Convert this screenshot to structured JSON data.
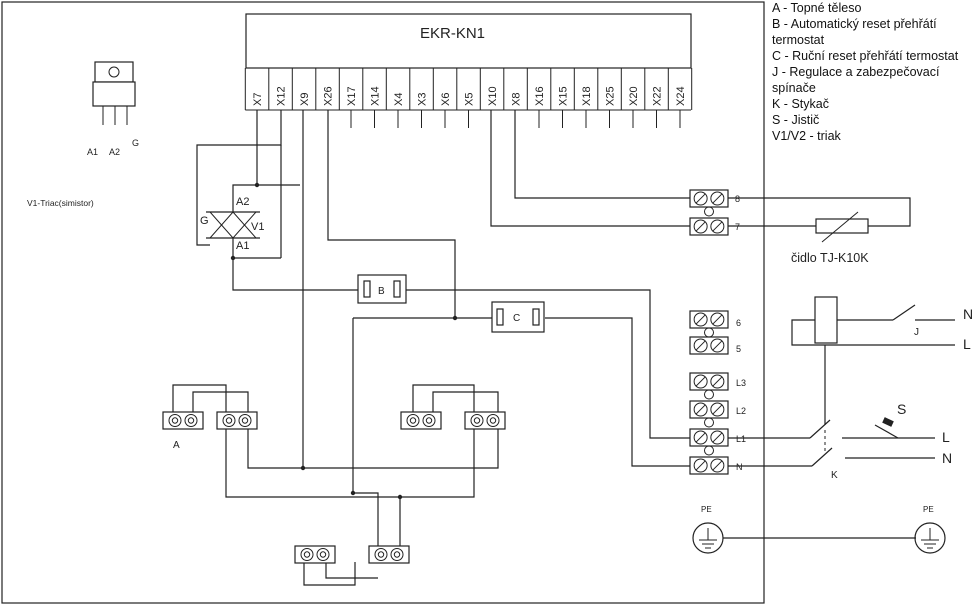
{
  "module": {
    "title": "EKR-KN1",
    "pins": [
      "X7",
      "X12",
      "X9",
      "X26",
      "X17",
      "X14",
      "X4",
      "X3",
      "X6",
      "X5",
      "X10",
      "X8",
      "X16",
      "X15",
      "X18",
      "X25",
      "X20",
      "X22",
      "X24"
    ]
  },
  "triac_symbol": {
    "pins": [
      "A1",
      "A2",
      "G"
    ],
    "caption": "V1-Triac(simistor)"
  },
  "triac": {
    "a2": "A2",
    "a1": "A1",
    "g": "G",
    "name": "V1"
  },
  "thermostats": {
    "b": "B",
    "c": "C"
  },
  "heater_label": "A",
  "terminals": {
    "t8": "8",
    "t7": "7",
    "t6": "6",
    "t5": "5",
    "tL3": "L3",
    "tL2": "L2",
    "tL1": "L1",
    "tN": "N"
  },
  "sensor_label": "čidlo TJ-K10K",
  "external": {
    "n_top": "N",
    "l_top": "L",
    "j": "J",
    "s": "S",
    "l_mid": "L",
    "n_mid": "N",
    "k": "K",
    "pe_left": "PE",
    "pe_right": "PE"
  },
  "legend": [
    "A - Topné těleso",
    "B - Automatický reset přehřátí termostat",
    "C - Ruční reset přehřátí termostat",
    "J - Regulace a zabezpečovací spínače",
    "K - Stykač",
    "S - Jistič",
    "V1/V2 - triak"
  ]
}
